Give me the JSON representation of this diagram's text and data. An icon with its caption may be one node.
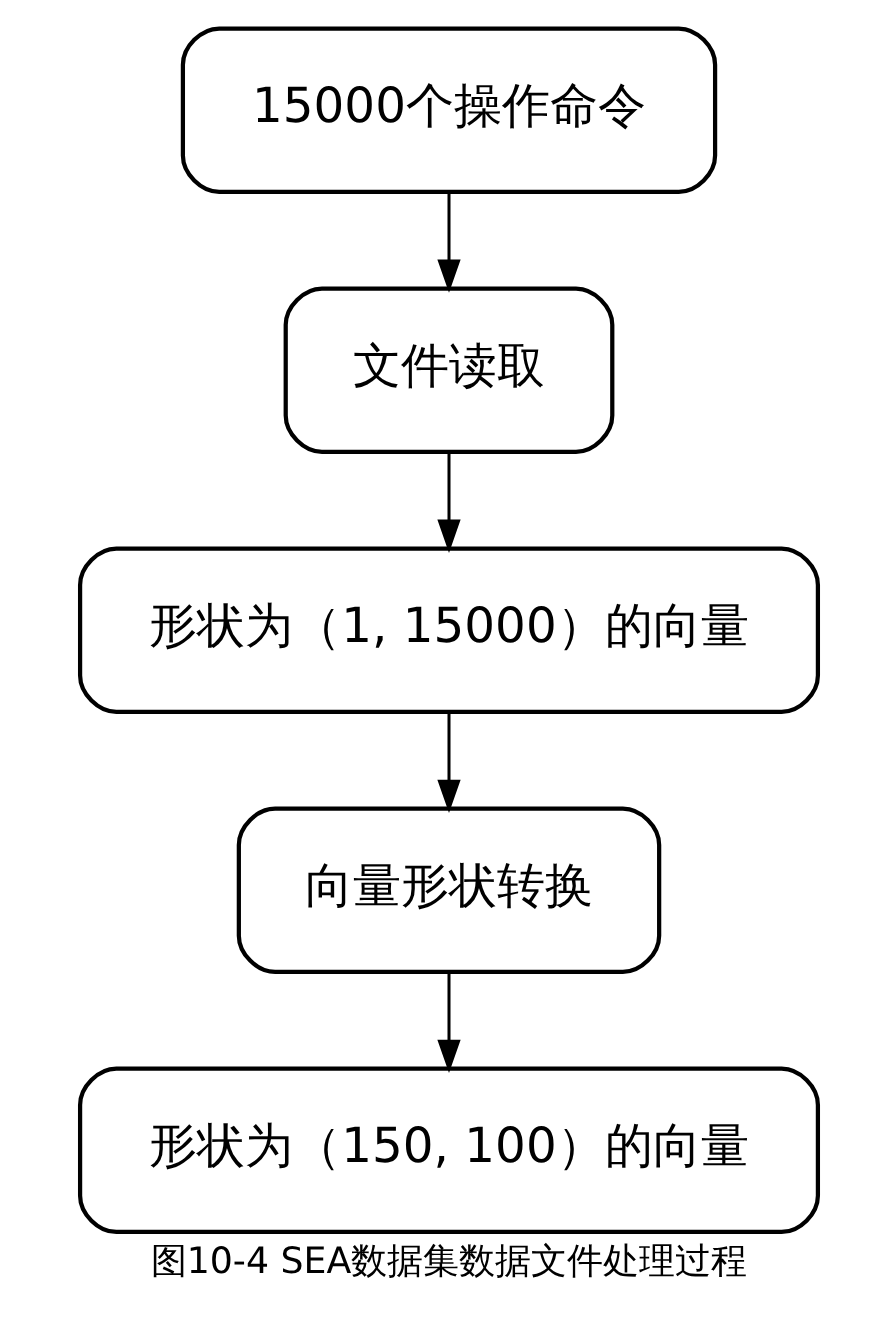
{
  "diagram": {
    "caption": "图10-4 SEA数据集数据文件处理过程",
    "nodes": [
      {
        "text": [
          "15000个操作命令"
        ]
      },
      {
        "text": [
          "文件读取"
        ]
      },
      {
        "text": [
          "形状为（1, 15000）的向量"
        ]
      },
      {
        "text": [
          "向量形状转换"
        ]
      },
      {
        "text": [
          "形状为（150, 100）的向量"
        ]
      }
    ],
    "edges": [
      {
        "from": 0,
        "to": 1,
        "arrow": "to"
      },
      {
        "from": 1,
        "to": 2,
        "arrow": "to"
      },
      {
        "from": 2,
        "to": 3,
        "arrow": "to"
      },
      {
        "from": 3,
        "to": 4,
        "arrow": "to"
      }
    ]
  }
}
